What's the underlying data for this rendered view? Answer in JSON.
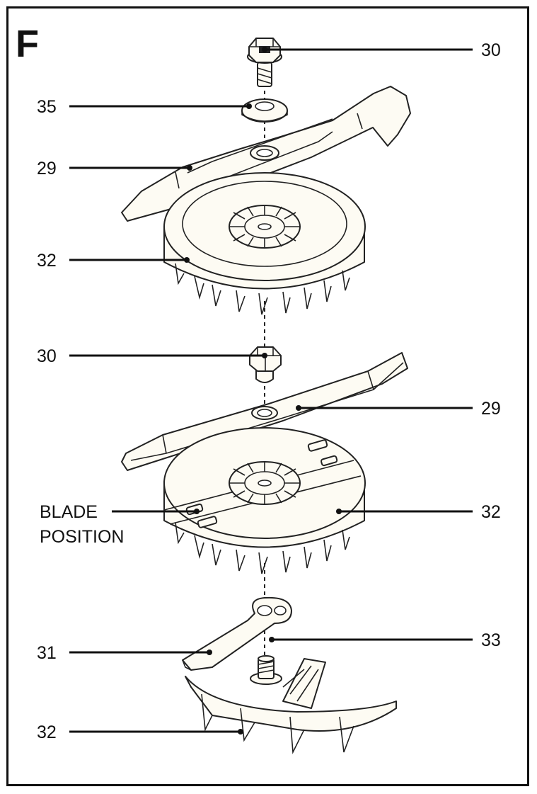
{
  "figure": {
    "letter": "F"
  },
  "callouts": [
    {
      "id": "c30-top",
      "text": "30"
    },
    {
      "id": "c35",
      "text": "35"
    },
    {
      "id": "c29-top",
      "text": "29"
    },
    {
      "id": "c32-top",
      "text": "32"
    },
    {
      "id": "c30-mid",
      "text": "30"
    },
    {
      "id": "c29-mid",
      "text": "29"
    },
    {
      "id": "c32-mid",
      "text": "32"
    },
    {
      "id": "c33",
      "text": "33"
    },
    {
      "id": "c31",
      "text": "31"
    },
    {
      "id": "c32-bot",
      "text": "32"
    }
  ],
  "blade_position": {
    "line1": "BLADE",
    "line2": "POSITION"
  },
  "colors": {
    "outline": "#111111",
    "part_fill": "#fdfbf3",
    "background": "#ffffff"
  }
}
